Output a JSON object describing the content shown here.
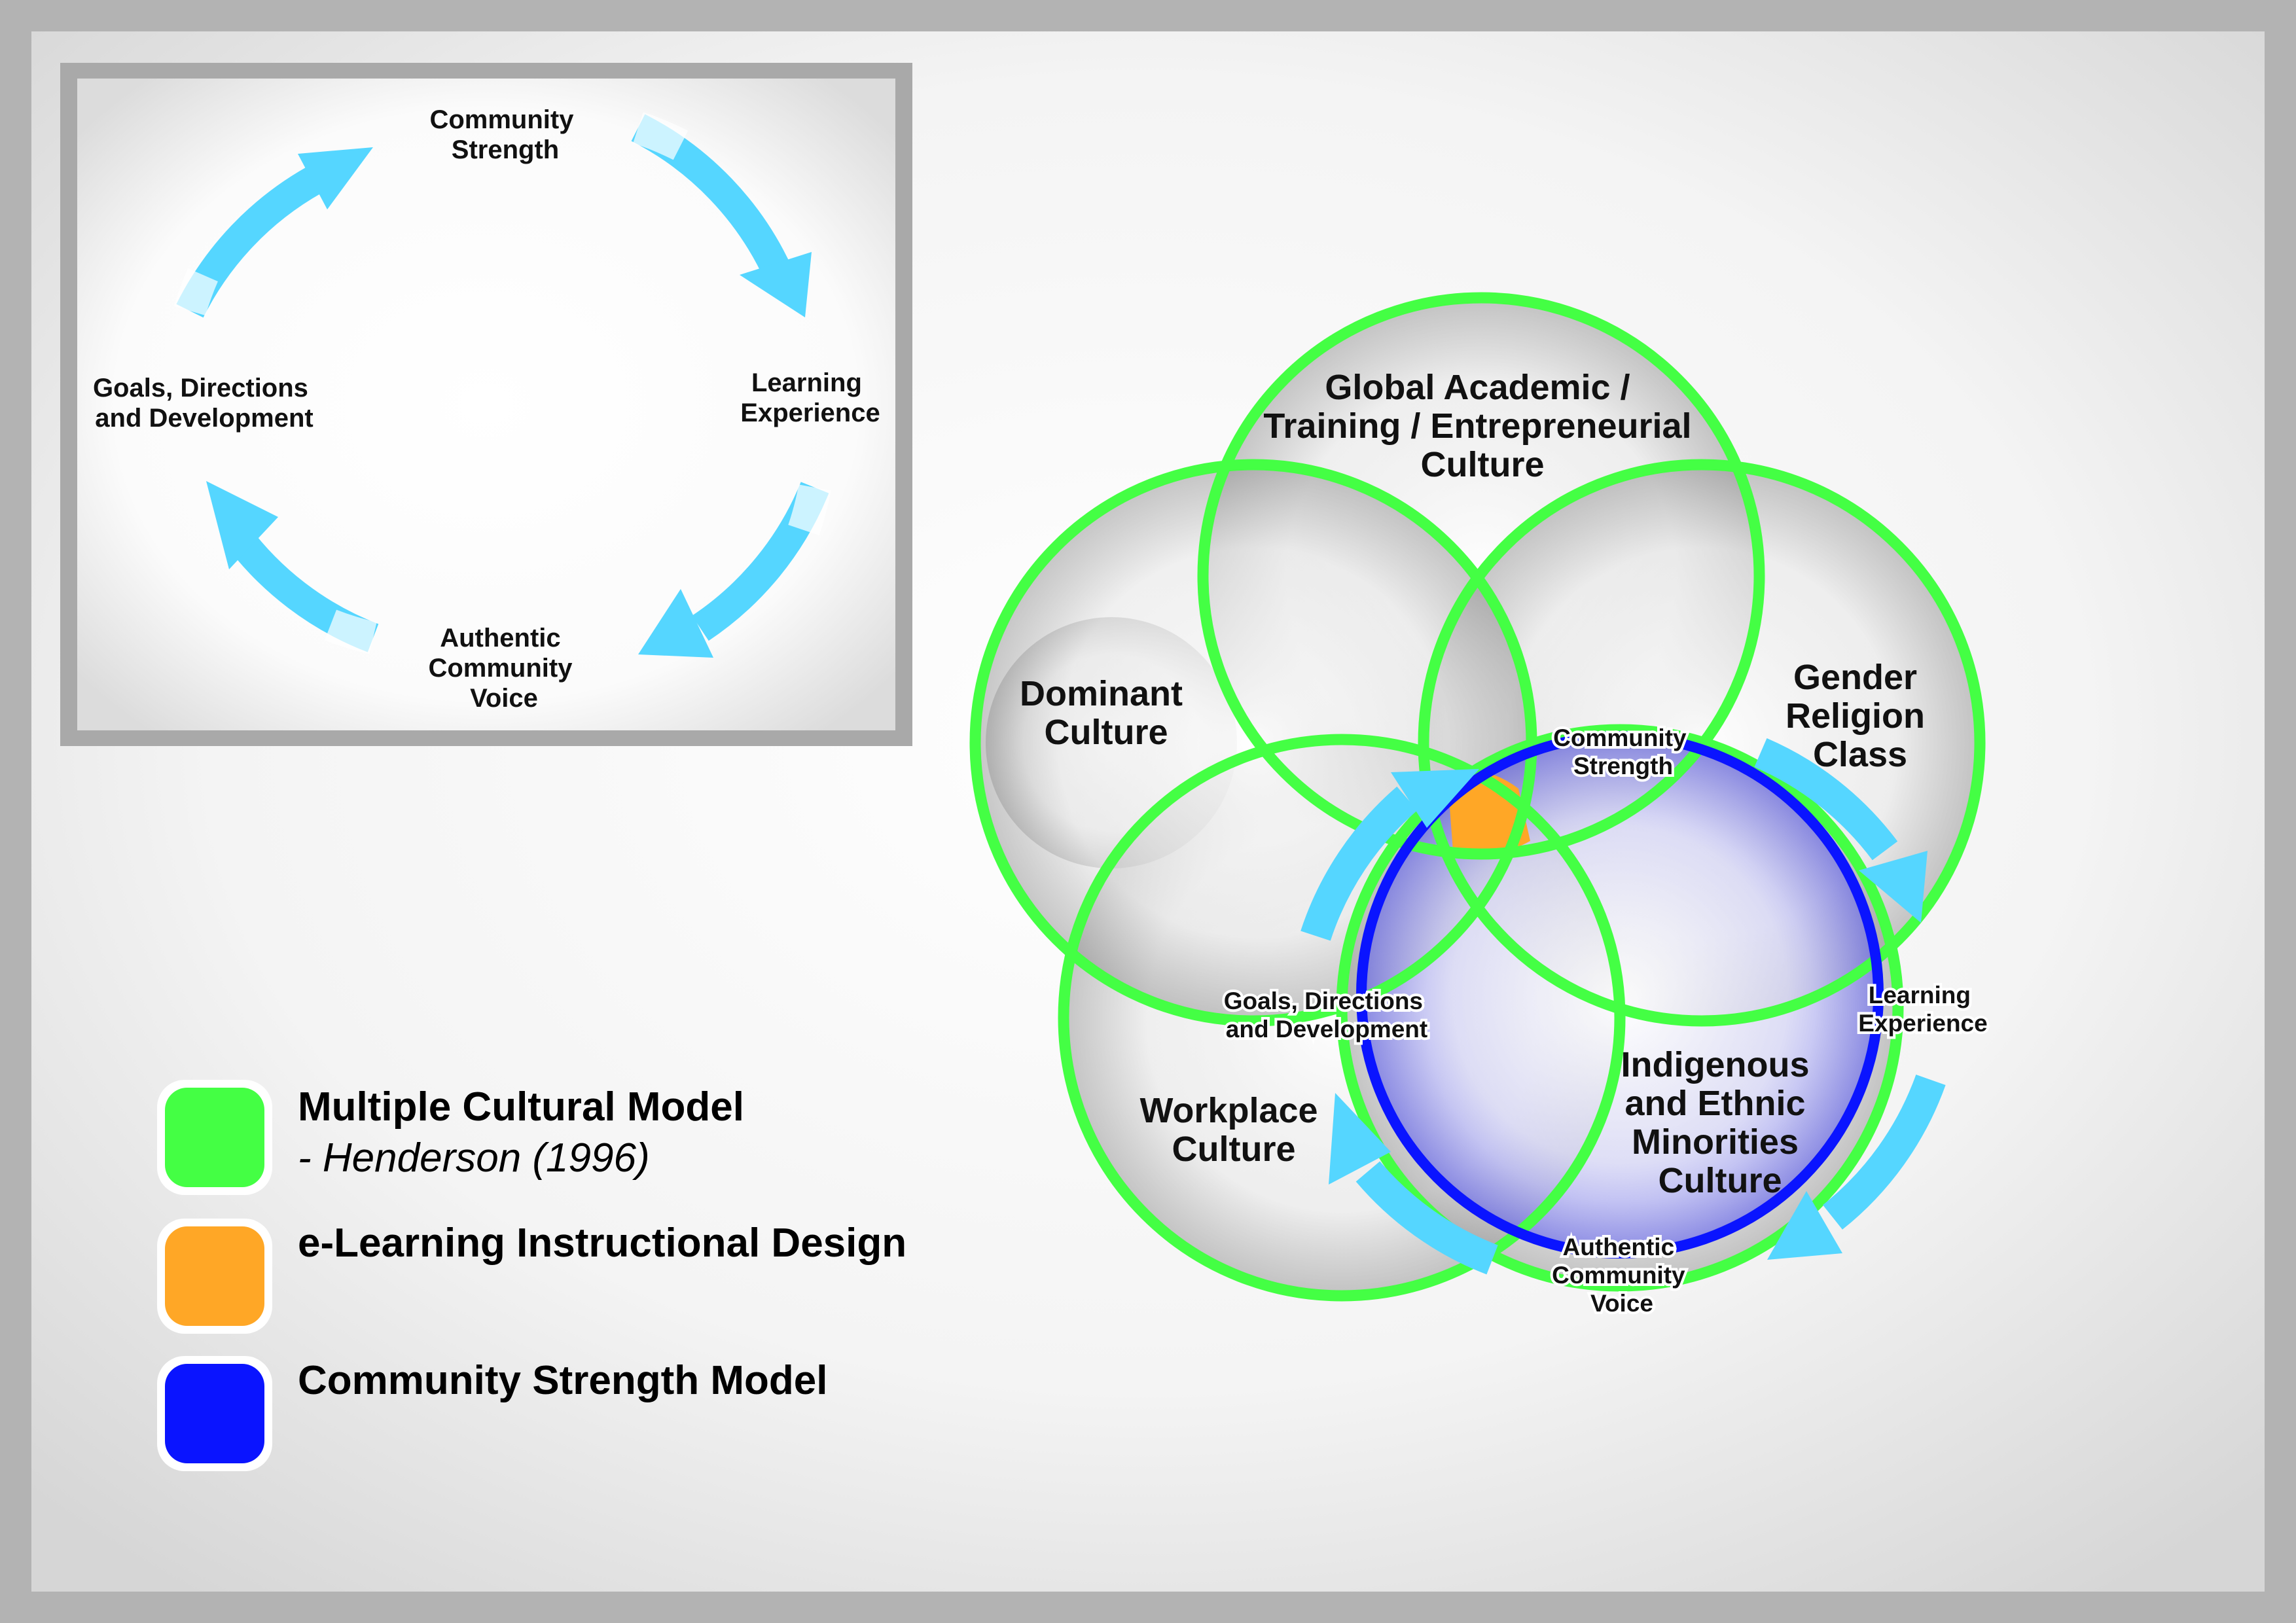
{
  "cycle": {
    "labels": {
      "top": [
        "Community",
        "Strength"
      ],
      "right": [
        "Learning",
        "Experience"
      ],
      "bottom": [
        "Authentic",
        "Community",
        "Voice"
      ],
      "left": [
        "Goals, Directions",
        "and Development"
      ]
    }
  },
  "venn": {
    "circles": {
      "global": [
        "Global Academic /",
        "Training / Entrepreneurial",
        "Culture"
      ],
      "dominant": [
        "Dominant",
        "Culture"
      ],
      "gender": [
        "Gender",
        "Religion",
        "Class"
      ],
      "workplace": [
        "Workplace",
        "Culture"
      ],
      "indigenous": [
        "Indigenous",
        "and Ethnic",
        "Minorities",
        "Culture"
      ]
    },
    "ring_labels": {
      "top": [
        "Community",
        "Strength"
      ],
      "right": [
        "Learning",
        "Experience"
      ],
      "bottom": [
        "Authentic",
        "Community",
        "Voice"
      ],
      "left": [
        "Goals, Directions",
        "and Development"
      ]
    }
  },
  "legend": [
    {
      "color": "#44ff44",
      "label": "Multiple Cultural Model",
      "sub": "- Henderson (1996)"
    },
    {
      "color": "#ffa726",
      "label": "e-Learning Instructional Design",
      "sub": ""
    },
    {
      "color": "#0a14ff",
      "label": "Community Strength Model",
      "sub": ""
    }
  ],
  "colors": {
    "venn_outline": "#44ff44",
    "orange_overlap": "#ffa726",
    "blue_ring": "#0a14ff",
    "arrow": "#55d6ff"
  }
}
